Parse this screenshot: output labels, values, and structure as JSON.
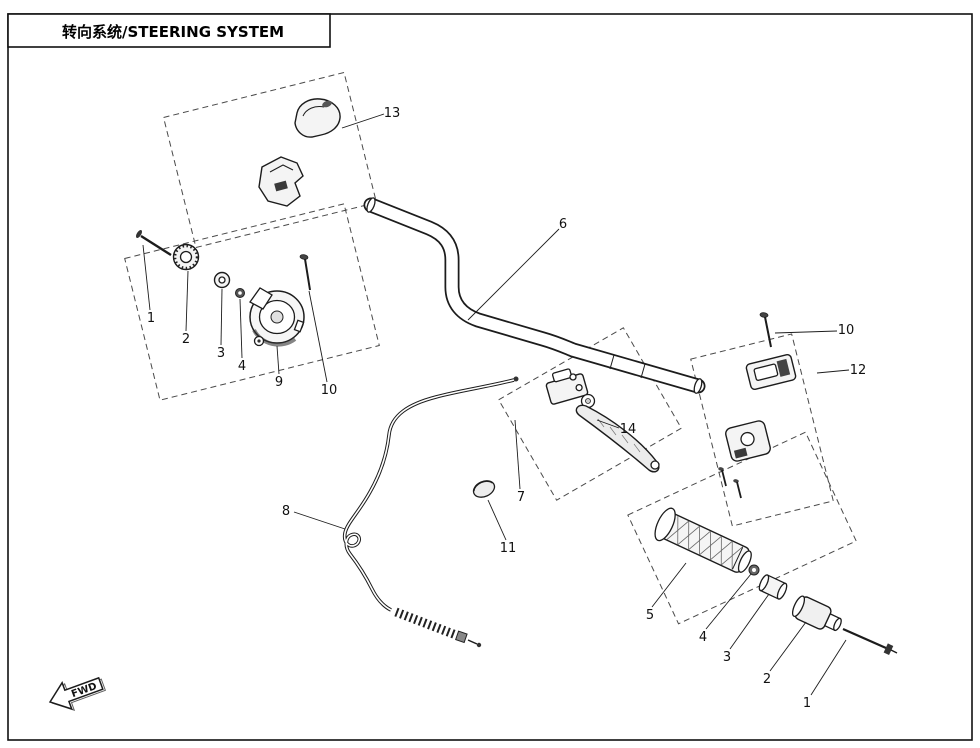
{
  "title": "转向系统/STEERING SYSTEM",
  "fwd_arrow_label": "FWD",
  "colors": {
    "line": "#1c1c1c",
    "background": "#ffffff",
    "dashed_box": "#4a4a4a"
  },
  "parts": [
    {
      "label": "13"
    },
    {
      "label": "6"
    },
    {
      "label": "1"
    },
    {
      "label": "2"
    },
    {
      "label": "3"
    },
    {
      "label": "4"
    },
    {
      "label": "9"
    },
    {
      "label": "10"
    },
    {
      "label": "10"
    },
    {
      "label": "12"
    },
    {
      "label": "14"
    },
    {
      "label": "7"
    },
    {
      "label": "8"
    },
    {
      "label": "11"
    },
    {
      "label": "5"
    },
    {
      "label": "4"
    },
    {
      "label": "3"
    },
    {
      "label": "2"
    },
    {
      "label": "1"
    }
  ]
}
